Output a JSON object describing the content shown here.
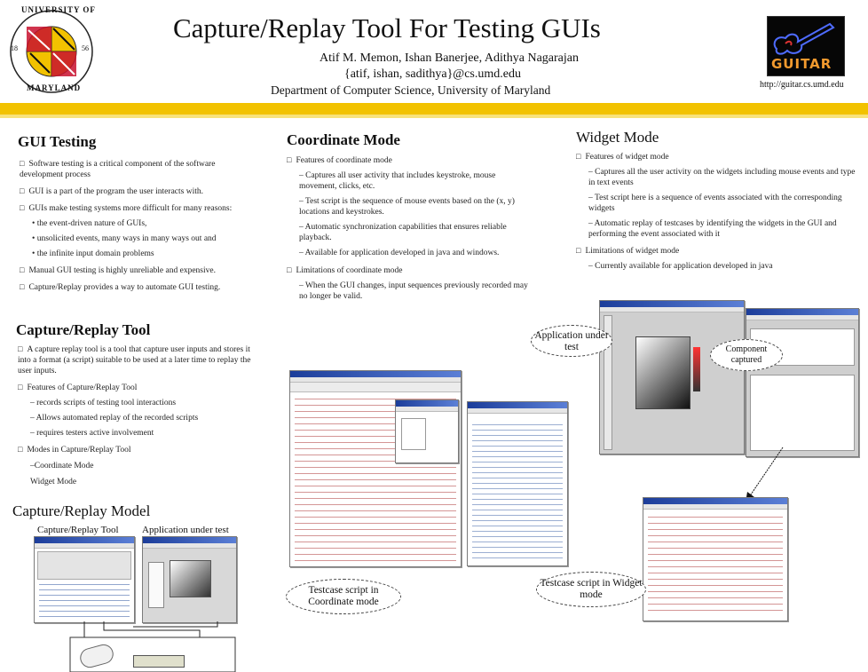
{
  "header": {
    "title": "Capture/Replay Tool For Testing GUIs",
    "authors": "Atif M. Memon, Ishan Banerjee, Adithya Nagarajan",
    "emails": "{atif, ishan, sadithya}@cs.umd.edu",
    "department": "Department of Computer Science, University of Maryland",
    "url": "http://guitar.cs.umd.edu",
    "seal_top": "UNIVERSITY OF",
    "seal_bottom": "MARYLAND",
    "seal_year_left": "18",
    "seal_year_right": "56",
    "guitar_logo": "GUITAR"
  },
  "gui_testing": {
    "heading": "GUI Testing",
    "items": [
      "Software testing is a critical component of the software development process",
      "GUI is a part of the program the user interacts with.",
      "GUIs make testing systems more difficult for many reasons:"
    ],
    "reasons": [
      "the event-driven nature of GUIs,",
      "unsolicited events, many ways in many ways out and",
      "the infinite input domain problems"
    ],
    "items2": [
      "Manual GUI testing is highly unreliable and expensive.",
      "Capture/Replay provides a way to automate GUI testing."
    ]
  },
  "capture_tool": {
    "heading": "Capture/Replay Tool",
    "intro": "A capture replay tool is a tool that capture user inputs and stores it into a format (a script) suitable to be used at a later time to replay the user inputs.",
    "features_heading": "Features of Capture/Replay Tool",
    "features": [
      "records scripts of testing tool interactions",
      "Allows automated replay of the recorded scripts",
      "requires testers active involvement"
    ],
    "modes_heading": "Modes in Capture/Replay Tool",
    "modes": [
      "Coordinate Mode",
      "Widget Mode"
    ]
  },
  "model": {
    "heading": "Capture/Replay Model",
    "label_left": "Capture/Replay Tool",
    "label_right": "Application under test"
  },
  "coordinate_mode": {
    "heading": "Coordinate Mode",
    "features_heading": "Features of coordinate mode",
    "features": [
      "Captures all user activity that includes keystroke, mouse movement, clicks, etc.",
      "Test script is the sequence of mouse events based on the (x, y) locations and keystrokes.",
      "Automatic synchronization capabilities that ensures reliable playback.",
      "Available for application developed in java and windows."
    ],
    "limitations_heading": "Limitations of coordinate mode",
    "limitations": [
      "When the GUI changes, input sequences previously recorded may no longer be valid."
    ],
    "cloud": "Testcase script in Coordinate mode"
  },
  "widget_mode": {
    "heading": "Widget Mode",
    "features_heading": "Features of widget mode",
    "features": [
      "Captures all the user activity on the widgets including mouse events and type in text events",
      "Test script here is a sequence of events associated with the corresponding widgets",
      "Automatic replay of testcases by identifying the widgets in the GUI and performing the event associated with it"
    ],
    "limitations_heading": "Limitations of widget mode",
    "limitations": [
      "Currently available for application developed in java"
    ],
    "cloud_app": "Application under test",
    "cloud_component": "Component captured",
    "cloud_script": "Testcase script in Widget mode"
  },
  "colors": {
    "band": "#f2c200",
    "guitar_text": "#f39a2e",
    "seal_red": "#c8102e",
    "seal_gold": "#f2c200"
  }
}
